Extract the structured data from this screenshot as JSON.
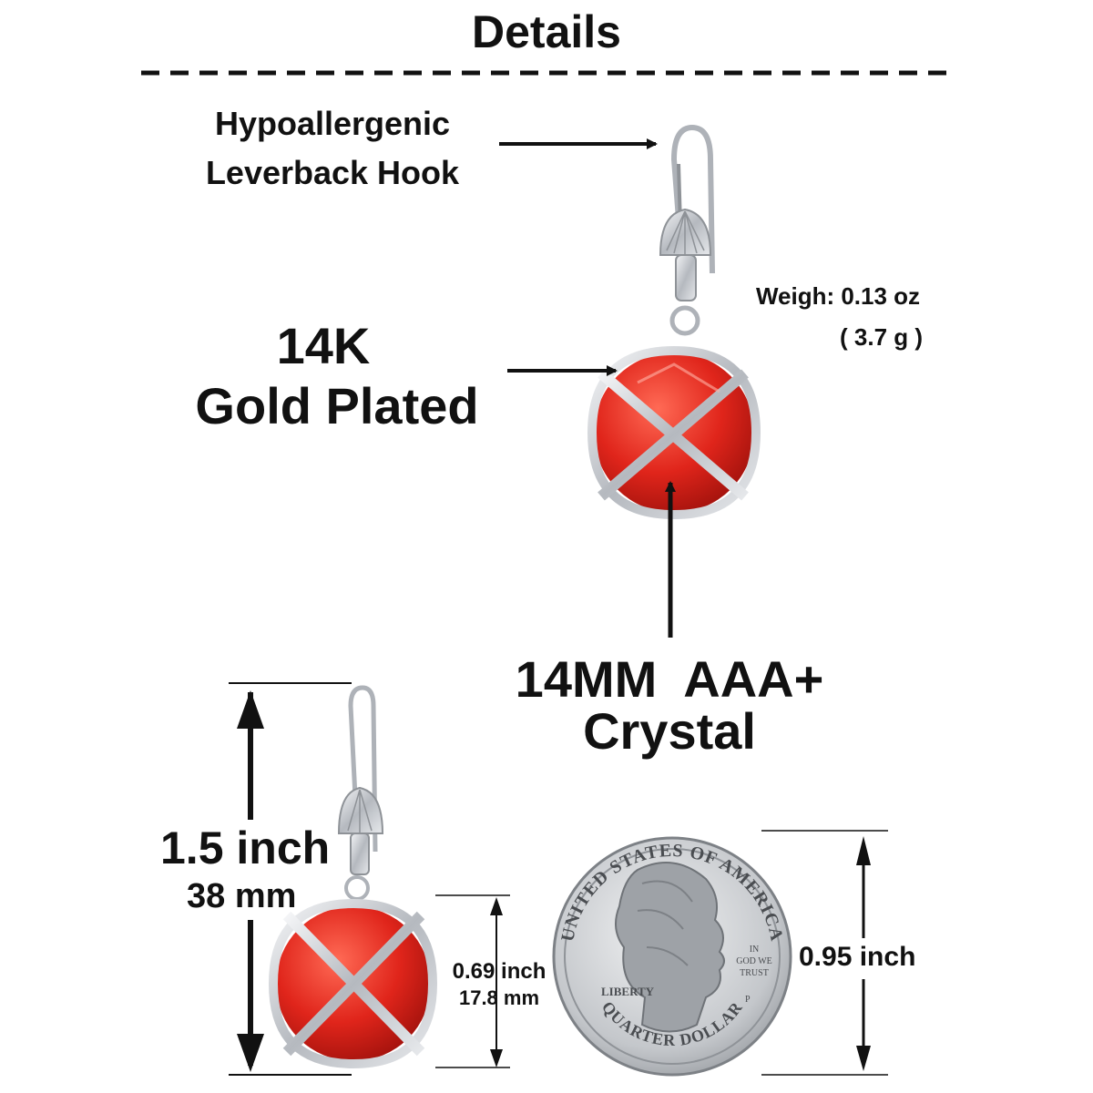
{
  "title": "Details",
  "labels": {
    "hook_line1": "Hypoallergenic",
    "hook_line2": "Leverback Hook",
    "weight_line1": "Weigh: 0.13 oz",
    "weight_line2": "( 3.7 g )",
    "plating_line1": "14K",
    "plating_line2": "Gold Plated",
    "crystal_line1": "14MM  AAA+",
    "crystal_line2": "Crystal",
    "length_inch": "1.5 inch",
    "length_mm": "38 mm",
    "pendant_inch": "0.69 inch",
    "pendant_mm": "17.8 mm",
    "coin_inch": "0.95 inch"
  },
  "coin": {
    "top_text": "UNITED STATES OF AMERICA",
    "bottom_text": "QUARTER DOLLAR",
    "liberty": "LIBERTY",
    "motto_1": "IN",
    "motto_2": "GOD WE",
    "motto_3": "TRUST",
    "mint": "P"
  },
  "colors": {
    "crystal": "#e0251b",
    "silver": "#c9ccd1",
    "coin": "#bfc2c6"
  },
  "icons": [
    "arrow-icon",
    "double-arrow-icon",
    "earring-icon",
    "quarter-coin-icon"
  ]
}
